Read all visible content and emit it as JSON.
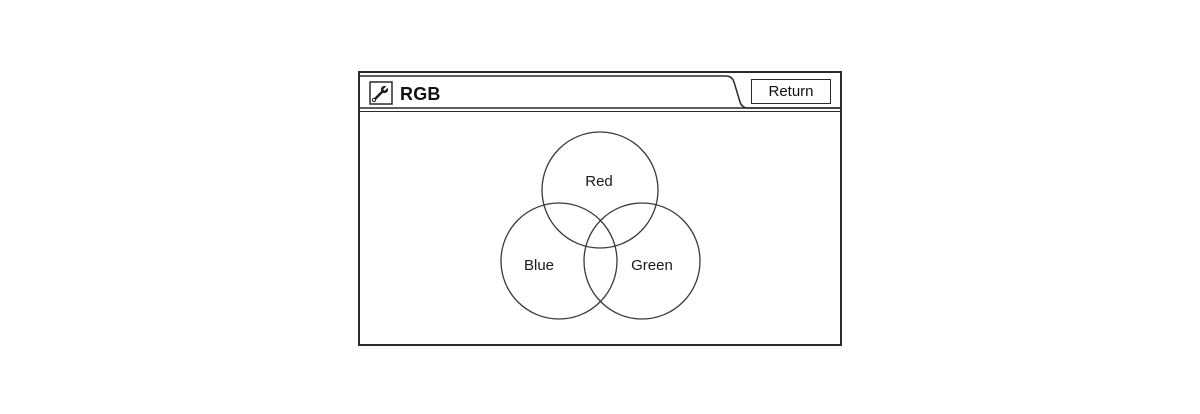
{
  "window": {
    "title": "RGB",
    "title_icon": "wrench-icon",
    "return_label": "Return"
  },
  "circles": [
    {
      "label": "Red"
    },
    {
      "label": "Blue"
    },
    {
      "label": "Green"
    }
  ]
}
